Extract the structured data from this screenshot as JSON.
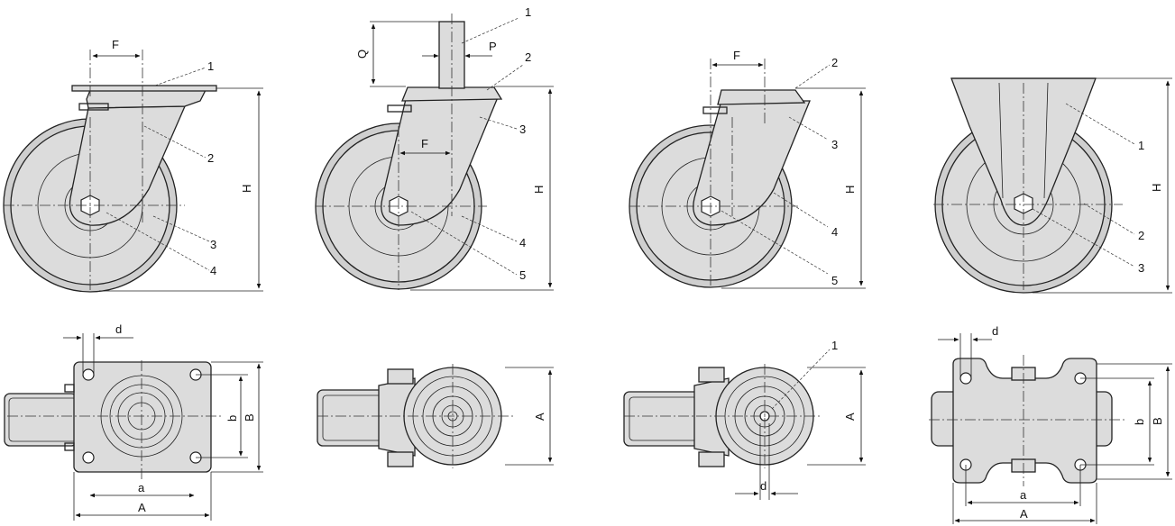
{
  "views": {
    "swivel_plate": {
      "callouts": [
        "1",
        "2",
        "3",
        "4"
      ],
      "dims": {
        "F": "F",
        "H": "H",
        "d": "d",
        "a": "a",
        "A": "A",
        "b": "b",
        "B": "B"
      }
    },
    "swivel_stem": {
      "callouts": [
        "1",
        "2",
        "3",
        "4",
        "5"
      ],
      "dims": {
        "Q": "Q",
        "P": "P",
        "F": "F",
        "H": "H",
        "A": "A"
      }
    },
    "swivel_bolthole": {
      "callouts": [
        "2",
        "3",
        "4",
        "5",
        "1"
      ],
      "dims": {
        "F": "F",
        "H": "H",
        "A": "A",
        "d": "d"
      }
    },
    "fixed_plate": {
      "callouts": [
        "1",
        "2",
        "3"
      ],
      "dims": {
        "H": "H",
        "d": "d",
        "a": "a",
        "A": "A",
        "b": "b",
        "B": "B"
      }
    }
  }
}
